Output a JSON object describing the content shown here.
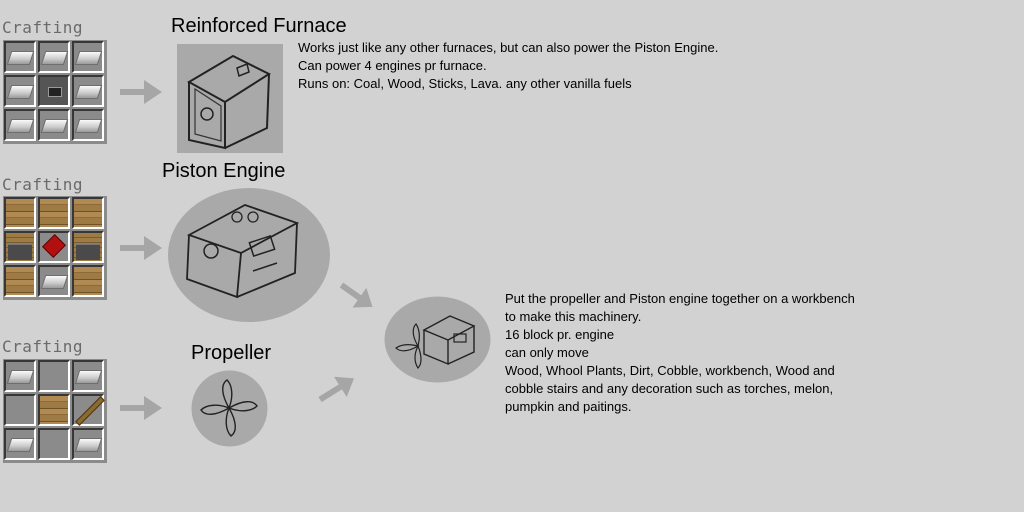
{
  "crafting_label": "Crafting",
  "recipes": [
    {
      "slots": [
        "ingot",
        "ingot",
        "ingot",
        "ingot",
        "furnace",
        "ingot",
        "ingot",
        "ingot",
        "ingot"
      ]
    },
    {
      "slots": [
        "plank",
        "plank",
        "plank",
        "pistonmini",
        "redstone",
        "pistonmini",
        "plank",
        "ingot",
        "plank"
      ]
    },
    {
      "slots": [
        "ingot",
        "empty",
        "ingot",
        "empty",
        "plank",
        "stick",
        "ingot",
        "empty",
        "ingot"
      ]
    }
  ],
  "furnace": {
    "title": "Reinforced Furnace",
    "lines": [
      "Works just like any other furnaces, but can also power the Piston Engine.",
      "Can power 4 engines pr furnace.",
      "Runs on: Coal, Wood, Sticks, Lava. any other vanilla fuels"
    ]
  },
  "engine": {
    "title": "Piston Engine"
  },
  "propeller": {
    "title": "Propeller"
  },
  "machine": {
    "lines": [
      "Put the propeller and Piston engine together on a workbench",
      "to make this machinery.",
      "16 block pr. engine",
      "can only move",
      "Wood, Whool Plants, Dirt, Cobble, workbench, Wood and",
      "cobble stairs and any decoration such as torches, melon,",
      "pumpkin and paitings."
    ]
  },
  "colors": {
    "background": "#d2d2d2",
    "arrow": "#a6a6a6",
    "sketch_fill": "#a9a9a9"
  }
}
